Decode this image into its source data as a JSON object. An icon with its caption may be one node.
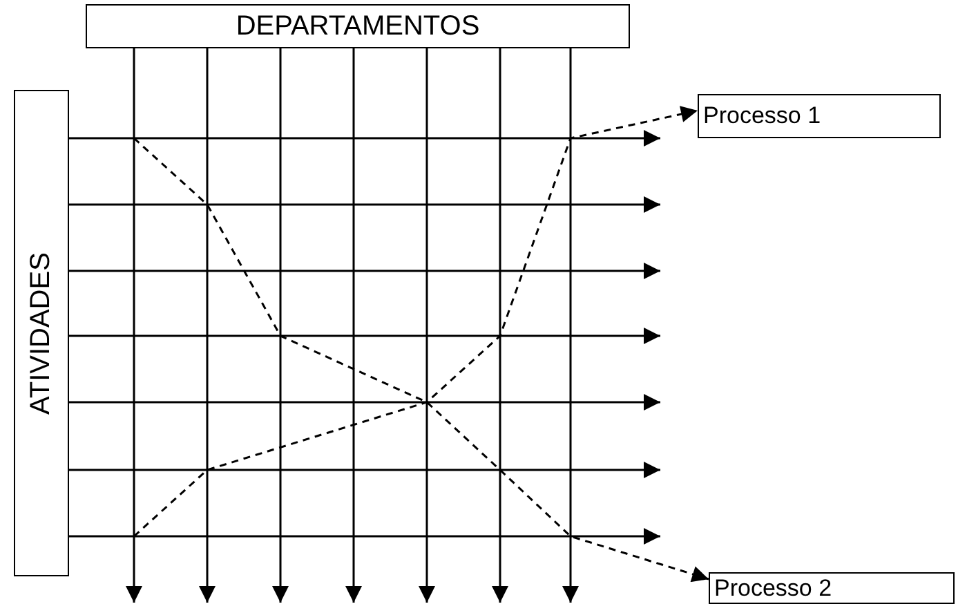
{
  "diagram": {
    "nodes": [
      {
        "text": [
          "DEPARTAMENTOS"
        ]
      },
      {
        "text": [
          "ATIVIDADES"
        ]
      },
      {
        "text": [
          "Processo 1"
        ]
      },
      {
        "text": [
          "Processo 2"
        ]
      }
    ],
    "edges": [
      {
        "from": 0,
        "to": null,
        "arrow": "to"
      },
      {
        "from": 0,
        "to": null,
        "arrow": "to"
      },
      {
        "from": 0,
        "to": null,
        "arrow": "to"
      },
      {
        "from": 0,
        "to": null,
        "arrow": "to"
      },
      {
        "from": 0,
        "to": null,
        "arrow": "to"
      },
      {
        "from": 0,
        "to": null,
        "arrow": "to"
      },
      {
        "from": 0,
        "to": null,
        "arrow": "to"
      },
      {
        "from": 1,
        "to": null,
        "arrow": "to"
      },
      {
        "from": 1,
        "to": null,
        "arrow": "to"
      },
      {
        "from": 1,
        "to": null,
        "arrow": "to"
      },
      {
        "from": 1,
        "to": null,
        "arrow": "to"
      },
      {
        "from": 1,
        "to": null,
        "arrow": "to"
      },
      {
        "from": 1,
        "to": null,
        "arrow": "to"
      },
      {
        "from": 1,
        "to": null,
        "arrow": "to"
      },
      {
        "from": null,
        "to": 2,
        "arrow": "to",
        "style": "dashed"
      },
      {
        "from": null,
        "to": 3,
        "arrow": "to",
        "style": "dashed"
      }
    ]
  }
}
